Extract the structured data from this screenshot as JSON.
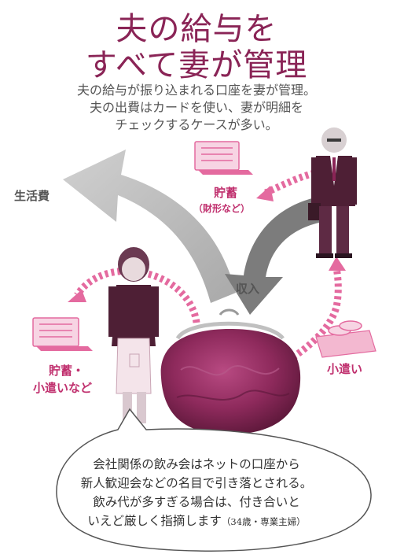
{
  "title": {
    "line1": "夫の給与を",
    "line2": "すべて妻が管理"
  },
  "subtitle": {
    "line1": "夫の給与が振り込まれる口座を妻が管理。",
    "line2": "夫の出費はカードを使い、妻が明細を",
    "line3": "チェックするケースが多い。"
  },
  "labels": {
    "living_expenses": "生活費",
    "income": "収入",
    "savings_husband": "貯蓄",
    "savings_husband_note": "（財形など）",
    "savings_wife_line1": "貯蓄・",
    "savings_wife_line2": "小遣いなど",
    "allowance": "小遣い"
  },
  "quote": {
    "line1": "会社関係の飲み会はネットの口座から",
    "line2": "新人歓迎会などの名目で引き落とされる。",
    "line3": "飲み代が多すぎる場合は、付き合いと",
    "line4": "いえど厳しく指摘します",
    "attribution": "（34歳・専業主婦）"
  },
  "colors": {
    "title": "#8a2456",
    "accent_pink": "#e46a9f",
    "label_pink": "#c0306e",
    "arrow_grey": "#b4b4b4",
    "arrow_dark": "#7c7c7c",
    "purse": "#8e2a5c",
    "figure_top": "#4e1f35"
  },
  "icons": {
    "husband": "husband-figure-icon",
    "wife": "wife-figure-icon",
    "purse": "coin-purse-icon",
    "passbook_husband": "passbook-icon",
    "passbook_wife": "passbook-icon",
    "coins": "coins-icon"
  }
}
